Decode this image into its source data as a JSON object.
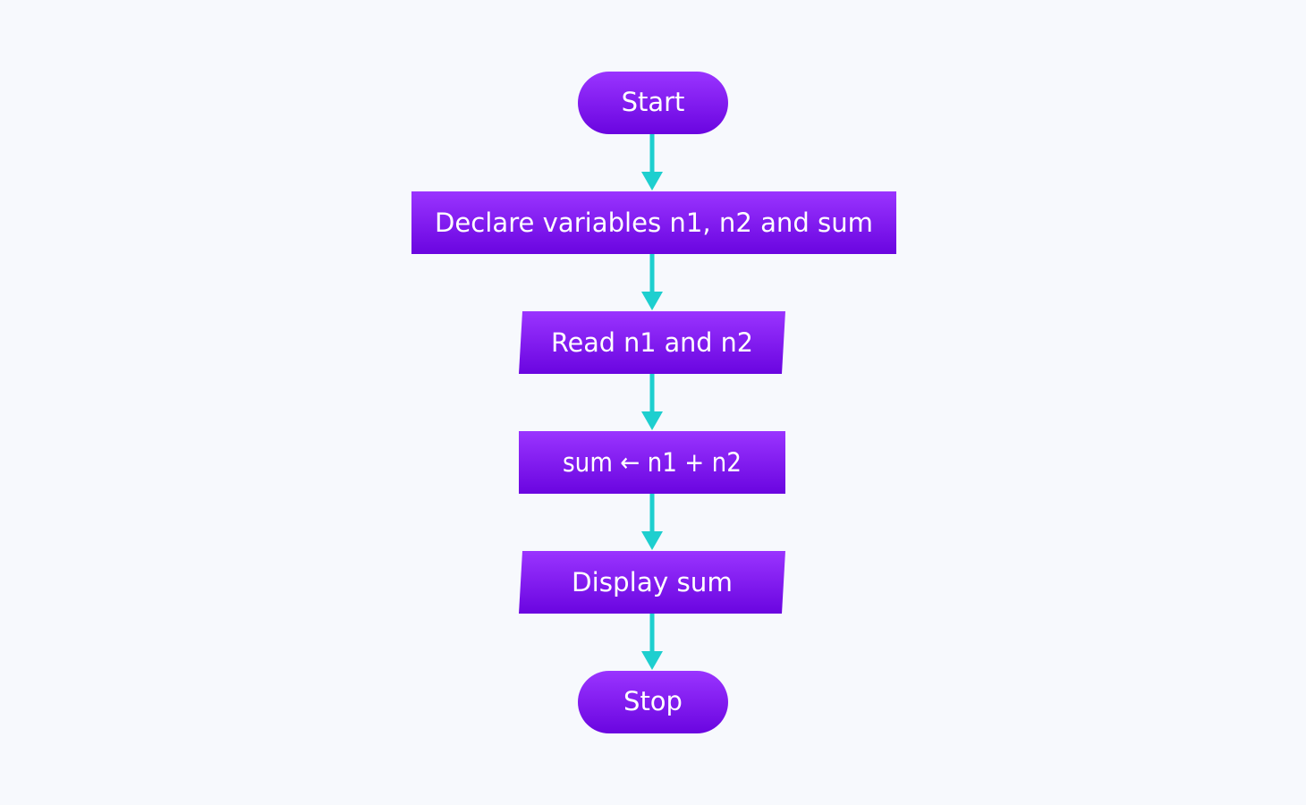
{
  "diagram": {
    "type": "flowchart",
    "colors": {
      "background": "#f7f9fd",
      "node_fill_top": "#9a34ff",
      "node_fill_bottom": "#6a05e0",
      "node_text": "#ffffff",
      "arrow": "#1ecfcf"
    },
    "nodes": [
      {
        "id": "start",
        "shape": "terminator",
        "label": "Start"
      },
      {
        "id": "declare",
        "shape": "process",
        "label": "Declare variables n1, n2 and sum"
      },
      {
        "id": "read",
        "shape": "input-output",
        "label": "Read n1 and n2"
      },
      {
        "id": "compute",
        "shape": "process",
        "label": "sum ← n1 + n2"
      },
      {
        "id": "display",
        "shape": "input-output",
        "label": "Display sum"
      },
      {
        "id": "stop",
        "shape": "terminator",
        "label": "Stop"
      }
    ],
    "edges": [
      {
        "from": "start",
        "to": "declare"
      },
      {
        "from": "declare",
        "to": "read"
      },
      {
        "from": "read",
        "to": "compute"
      },
      {
        "from": "compute",
        "to": "display"
      },
      {
        "from": "display",
        "to": "stop"
      }
    ]
  }
}
